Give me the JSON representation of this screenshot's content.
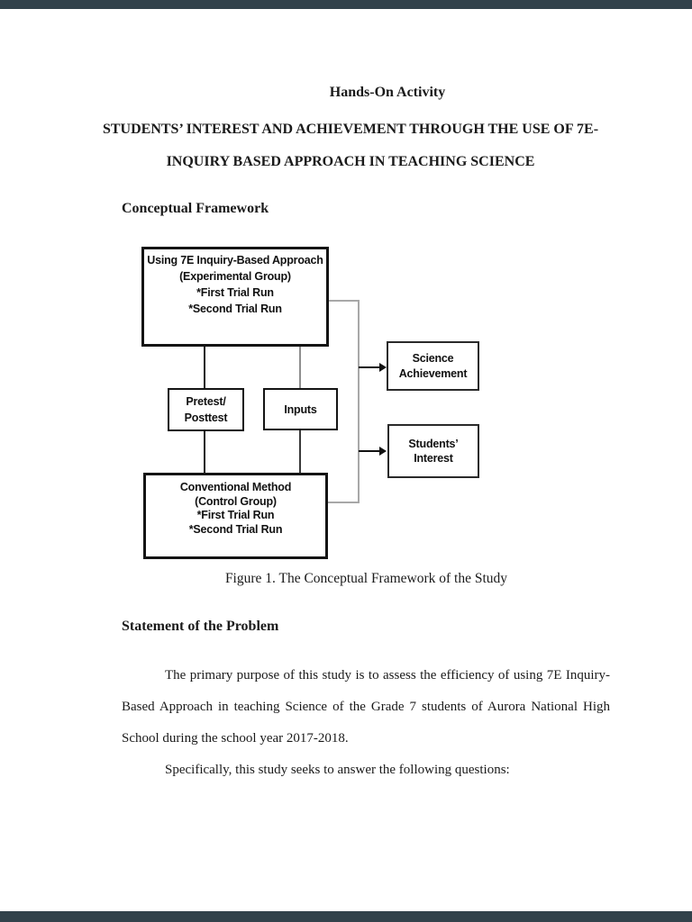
{
  "viewer": {
    "bar_color": "#32424b"
  },
  "document": {
    "title": "Hands-On Activity",
    "heading": {
      "line1": "STUDENTS’ INTEREST AND ACHIEVEMENT THROUGH THE USE OF 7E-",
      "line2": "INQUIRY BASED APPROACH IN TEACHING SCIENCE"
    },
    "sections": {
      "conceptual_framework": "Conceptual Framework",
      "statement_of_problem": "Statement of the Problem"
    },
    "figure_caption": "Figure 1. The Conceptual Framework of the Study",
    "paragraphs": {
      "line1": "The primary purpose of this study is to assess the efficiency of using 7E Inquiry-",
      "line2": "Based Approach in teaching Science of the Grade 7 students of Aurora National High",
      "line3": "School during the school year 2017-2018.",
      "line4": "Specifically, this study seeks to answer the following questions:"
    }
  },
  "diagram": {
    "experimental_box": {
      "line1": "Using 7E Inquiry-Based Approach",
      "line2": "(Experimental Group)",
      "line3": "*First Trial Run",
      "line4": "*Second Trial Run"
    },
    "pretest_box": {
      "line1": "Pretest/",
      "line2": "Posttest"
    },
    "inputs_box": {
      "label": "Inputs"
    },
    "control_box": {
      "line1": "Conventional Method",
      "line2": "(Control Group)",
      "line3": "*First Trial Run",
      "line4": "*Second Trial Run"
    },
    "science_box": {
      "line1": "Science",
      "line2": "Achievement"
    },
    "interest_box": {
      "line1": "Students’",
      "line2": "Interest"
    }
  }
}
